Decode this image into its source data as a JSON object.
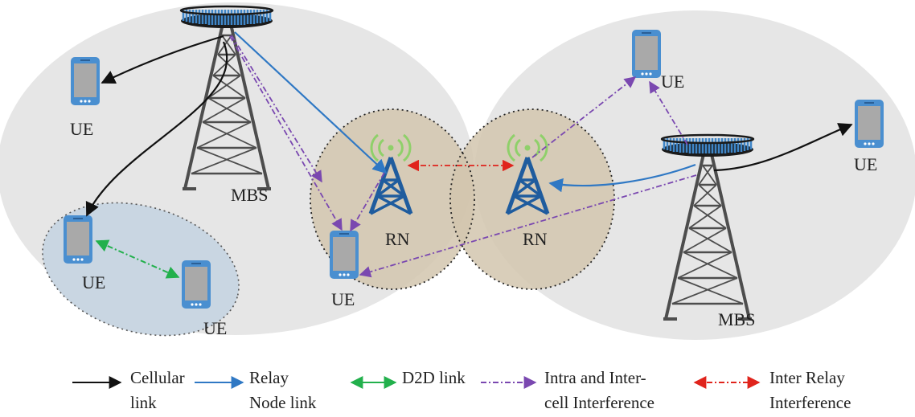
{
  "labels": {
    "ue_topleft": "UE",
    "ue_d2d_1": "UE",
    "ue_d2d_2": "UE",
    "ue_center": "UE",
    "ue_topright": "UE",
    "ue_right": "UE",
    "mbs_left": "MBS",
    "mbs_right": "MBS",
    "rn_left": "RN",
    "rn_right": "RN"
  },
  "legend": {
    "cellular": [
      "Cellular",
      "link"
    ],
    "relay": [
      "Relay",
      "Node link"
    ],
    "d2d": [
      "D2D link"
    ],
    "intra_inter": [
      "Intra and Inter-",
      "cell Interference"
    ],
    "inter_relay": [
      "Inter Relay",
      "Interference"
    ]
  },
  "colors": {
    "cellular": "#111111",
    "relay": "#2f78c4",
    "d2d": "#22b04c",
    "interference": "#7a48b0",
    "inter_relay": "#e0241c",
    "cell_fill": "#e6e6e6",
    "relay_zone": "#d2c5ae",
    "d2d_zone": "#c9d6e2",
    "tower_gray": "#4d4d4d",
    "tower_blue": "#1f5c9e",
    "antenna_ring": "#3f86c8",
    "signal_green": "#8fd06a",
    "device_blue": "#4a8fd0",
    "device_screen": "#a9a9a9"
  }
}
